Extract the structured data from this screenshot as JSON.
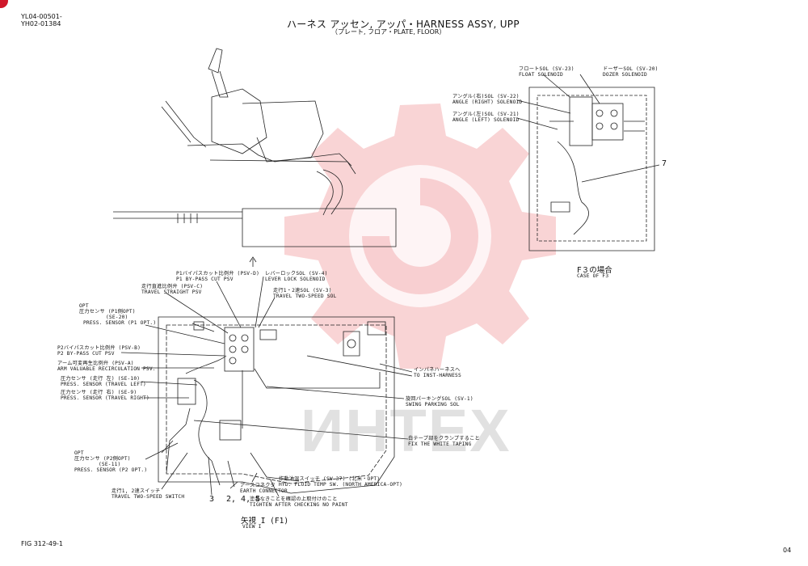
{
  "header": {
    "code1": "YL04-00501-",
    "code2": "YH02-01384",
    "title": "ハーネス アッセン, アッパ・HARNESS ASSY, UPP",
    "subtitle": "（プレート, フロア・PLATE, FLOOR）"
  },
  "footer": {
    "figure": "FIG 312-49-1",
    "page": "04"
  },
  "watermark": {
    "text": "ИНТЕХ",
    "color": "#e23a3f"
  },
  "case_f3": {
    "labels": [
      {
        "jp": "フロートSOL (SV-23)",
        "en": "FLOAT SOLENOID"
      },
      {
        "jp": "ドーザーSOL (SV-20)",
        "en": "DOZER SOLENOID"
      },
      {
        "jp": "アングル(右)SOL (SV-22)",
        "en": "ANGLE (RIGHT) SOLENOID"
      },
      {
        "jp": "アングル(左)SOL (SV-21)",
        "en": "ANGLE (LEFT) SOLENOID"
      }
    ],
    "ref_number": "7",
    "caption_jp": "F３の場合",
    "caption_en": "CASE OF F3"
  },
  "view_f1": {
    "labels": {
      "p1_bypass": {
        "jp": "P1バイパスカット比例弁 (PSV-D)",
        "en": "P1 BY-PASS CUT PSV"
      },
      "lever_lock": {
        "jp": "レバーロックSOL (SV-4)",
        "en": "LEVER LOCK SOLENOID"
      },
      "travel_straight": {
        "jp": "走行直進比例弁 (PSV-C)",
        "en": "TRAVEL STRAIGHT PSV"
      },
      "travel_two_speed_sol": {
        "jp": "走行1・2速SOL (SV-3)",
        "en": "TRAVEL TWO-SPEED SOL"
      },
      "press_sensor_p1": {
        "opt": "OPT",
        "jp": "圧力センサ (P1側OPT)",
        "code": "(SE-20)",
        "en": "PRESS. SENSOR (P1 OPT.)"
      },
      "p2_bypass": {
        "jp": "P2バイパスカット比例弁 (PSV-B)",
        "en": "P2 BY-PASS CUT PSV"
      },
      "arm_recirc": {
        "jp": "アーム可変再生比例弁 (PSV-A)",
        "en": "ARM VALUABLE RECIRCULATION PSV."
      },
      "sensor_travel_left": {
        "jp": "圧力センサ (走行 左) (SE-10)",
        "en": "PRESS. SENSOR (TRAVEL LEFT)"
      },
      "sensor_travel_right": {
        "jp": "圧力センサ (走行 右) (SE-9)",
        "en": "PRESS. SENSOR (TRAVEL RIGHT)"
      },
      "inst_harness": {
        "jp": "インパネハーネスへ",
        "en": "TO INST-HARNESS"
      },
      "swing_parking": {
        "jp": "旋回パーキングSOL (SV-1)",
        "en": "SWING PARKING SOL"
      },
      "white_taping": {
        "jp": "白テープ部をクランプすること",
        "en": "FIX THE WHITE TAPING"
      },
      "press_sensor_p2": {
        "opt": "OPT",
        "jp": "圧力センサ (P2側OPT)",
        "code": "(SE-11)",
        "en": "PRESS. SENSOR (P2 OPT.)"
      },
      "earth": {
        "jp": "アースコネクタ",
        "en": "EARTH CONNECTOR"
      },
      "hyd_temp": {
        "jp": "作動油温スイッチ (SW-37) (北米・OPT)",
        "en": "HYD. FLUID TEMP SW. (NORTH AMERICA-OPT)"
      },
      "tighten": {
        "jp": "塗装なきことを確認の上取付けのこと",
        "en": "TIGHTEN AFTER CHECKING NO PAINT"
      },
      "travel_switch": {
        "jp": "走行1, 2速スイッチ",
        "en": "TRAVEL TWO-SPEED SWITCH"
      }
    },
    "ref_3": "3",
    "ref_245": "2, 4, 5",
    "caption_jp": "矢視 I (F1)",
    "caption_en": "VIEW I"
  }
}
